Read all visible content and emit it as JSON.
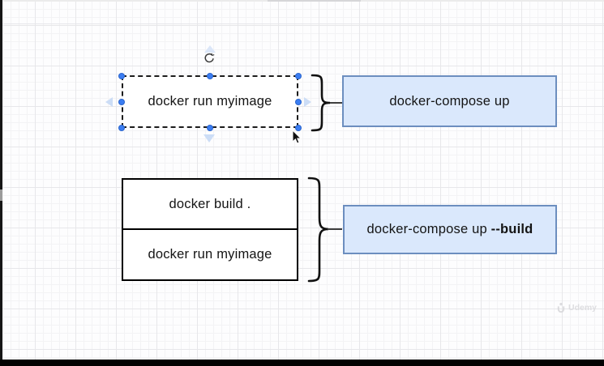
{
  "diagram": {
    "selected_shape": {
      "label": "docker run myimage"
    },
    "pair1": {
      "result_label": "docker-compose up"
    },
    "pair2": {
      "row1_label": "docker build .",
      "row2_label": "docker run myimage",
      "result_prefix": "docker-compose up ",
      "result_flag": "--build"
    }
  },
  "watermark": {
    "text": "Udemy"
  },
  "colors": {
    "blue_fill": "#dae8fc",
    "blue_border": "#6c8ebf",
    "shape_border": "#000000",
    "selection_handle": "#3b7df2",
    "direction_arrow": "#ccddf6",
    "grid_minor": "#f3f3f5",
    "grid_major": "#e7e7ea"
  }
}
